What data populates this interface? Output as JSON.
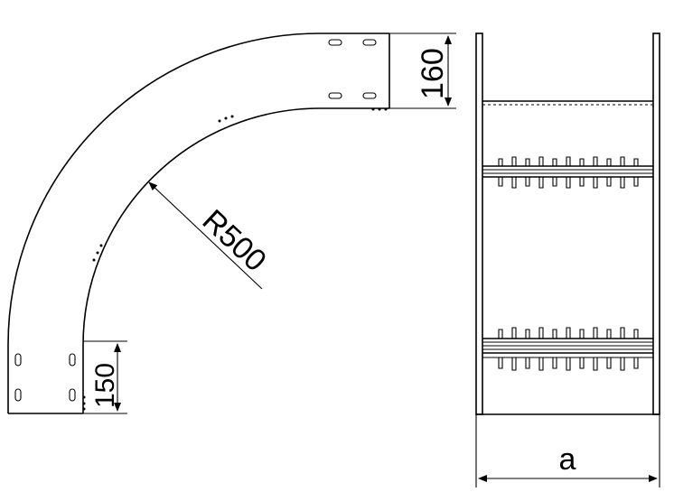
{
  "drawing": {
    "radius_label": "R500",
    "width_top_label": "160",
    "width_bottom_label": "150",
    "width_var_label": "a"
  },
  "colors": {
    "line": "#000000",
    "background": "#ffffff"
  }
}
